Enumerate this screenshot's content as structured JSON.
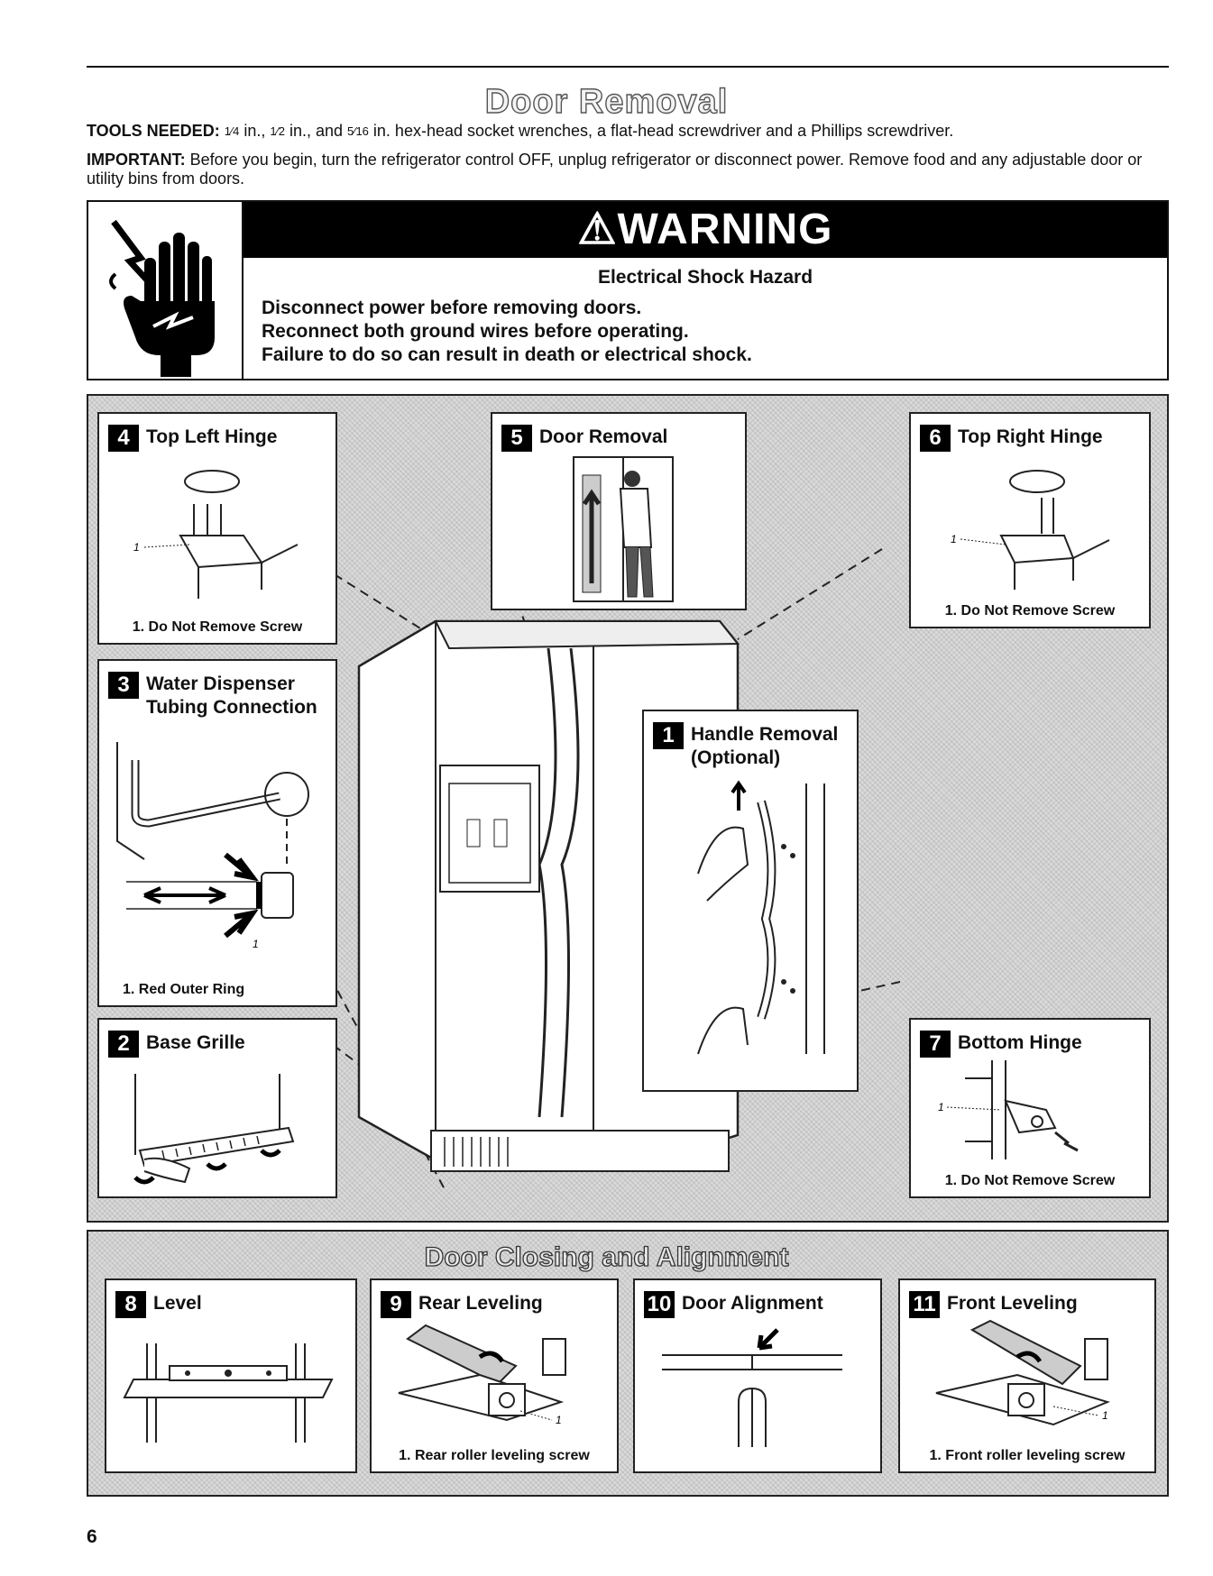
{
  "page": {
    "title": "Door Removal",
    "tools_label": "TOOLS NEEDED:",
    "tools_frac1": "1⁄4",
    "tools_t1": " in., ",
    "tools_frac2": "1⁄2",
    "tools_t2": " in., and ",
    "tools_frac3": "5⁄16",
    "tools_t3": " in. hex-head socket wrenches, a flat-head screwdriver and a Phillips screwdriver.",
    "important_label": "IMPORTANT:",
    "important_text": " Before you begin, turn the refrigerator control OFF, unplug refrigerator or disconnect power. Remove food and any adjustable door or utility bins from doors.",
    "page_number": "6"
  },
  "warning": {
    "banner": "WARNING",
    "hazard": "Electrical Shock Hazard",
    "lines": [
      "Disconnect power before removing doors.",
      "Reconnect both ground wires before operating.",
      "Failure to do so can result in death or electrical shock."
    ],
    "icon": "electrical-shock-hand-icon"
  },
  "steps": {
    "s4": {
      "num": "4",
      "title": "Top Left Hinge",
      "caption": "1. Do Not Remove Screw",
      "callout": "1"
    },
    "s5": {
      "num": "5",
      "title": "Door Removal"
    },
    "s6": {
      "num": "6",
      "title": "Top Right Hinge",
      "caption": "1. Do Not Remove Screw",
      "callout": "1"
    },
    "s3": {
      "num": "3",
      "title1": "Water Dispenser",
      "title2": "Tubing Connection",
      "caption": "1. Red Outer Ring",
      "callout": "1"
    },
    "s1": {
      "num": "1",
      "title1": "Handle Removal",
      "title2": "(Optional)"
    },
    "s2": {
      "num": "2",
      "title": "Base Grille"
    },
    "s7": {
      "num": "7",
      "title": "Bottom Hinge",
      "caption": "1. Do Not Remove Screw",
      "callout": "1"
    }
  },
  "closing": {
    "heading": "Door Closing and Alignment",
    "s8": {
      "num": "8",
      "title": "Level"
    },
    "s9": {
      "num": "9",
      "title": "Rear Leveling",
      "caption": "1. Rear roller leveling screw",
      "callout": "1"
    },
    "s10": {
      "num": "10",
      "title": "Door Alignment"
    },
    "s11": {
      "num": "11",
      "title": "Front Leveling",
      "caption": "1. Front roller leveling screw",
      "callout": "1"
    }
  }
}
